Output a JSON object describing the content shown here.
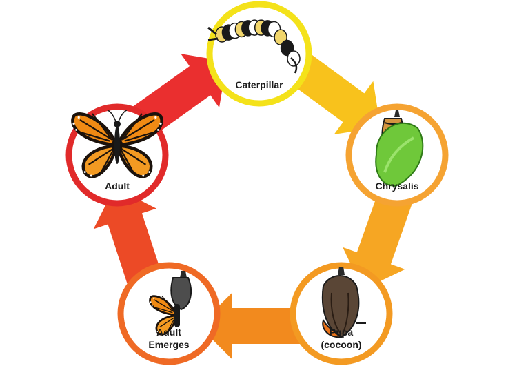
{
  "stages": [
    {
      "id": "caterpillar",
      "label_lines": [
        "Caterpillar"
      ],
      "ring_color": "#f4e21a",
      "illustration": "caterpillar-illustration"
    },
    {
      "id": "chrysalis",
      "label_lines": [
        "Chrysalis"
      ],
      "ring_color": "#f5a332",
      "illustration": "chrysalis-illustration"
    },
    {
      "id": "pupa",
      "label_lines": [
        "Pupa",
        "(cocoon)"
      ],
      "ring_color": "#f39a22",
      "illustration": "pupa-illustration"
    },
    {
      "id": "adult-emerges",
      "label_lines": [
        "Adult",
        "Emerges"
      ],
      "ring_color": "#ef6a25",
      "illustration": "emerging-butterfly-illustration"
    },
    {
      "id": "adult",
      "label_lines": [
        "Adult"
      ],
      "ring_color": "#e12a2a",
      "illustration": "butterfly-illustration"
    }
  ],
  "arrows": [
    {
      "from": "caterpillar",
      "to": "chrysalis",
      "color": "#f8c21c"
    },
    {
      "from": "chrysalis",
      "to": "pupa",
      "color": "#f6a623"
    },
    {
      "from": "pupa",
      "to": "adult-emerges",
      "color": "#f28a1e"
    },
    {
      "from": "adult-emerges",
      "to": "adult",
      "color": "#ec4a26"
    },
    {
      "from": "adult",
      "to": "caterpillar",
      "color": "#ea2f2f"
    }
  ],
  "colors": {
    "background": "#ffffff",
    "label_text": "#1a1a1a",
    "monarch_orange": "#f08a14",
    "wing_vein": "#2a1a10",
    "chrysalis_green": "#6fc83a"
  }
}
